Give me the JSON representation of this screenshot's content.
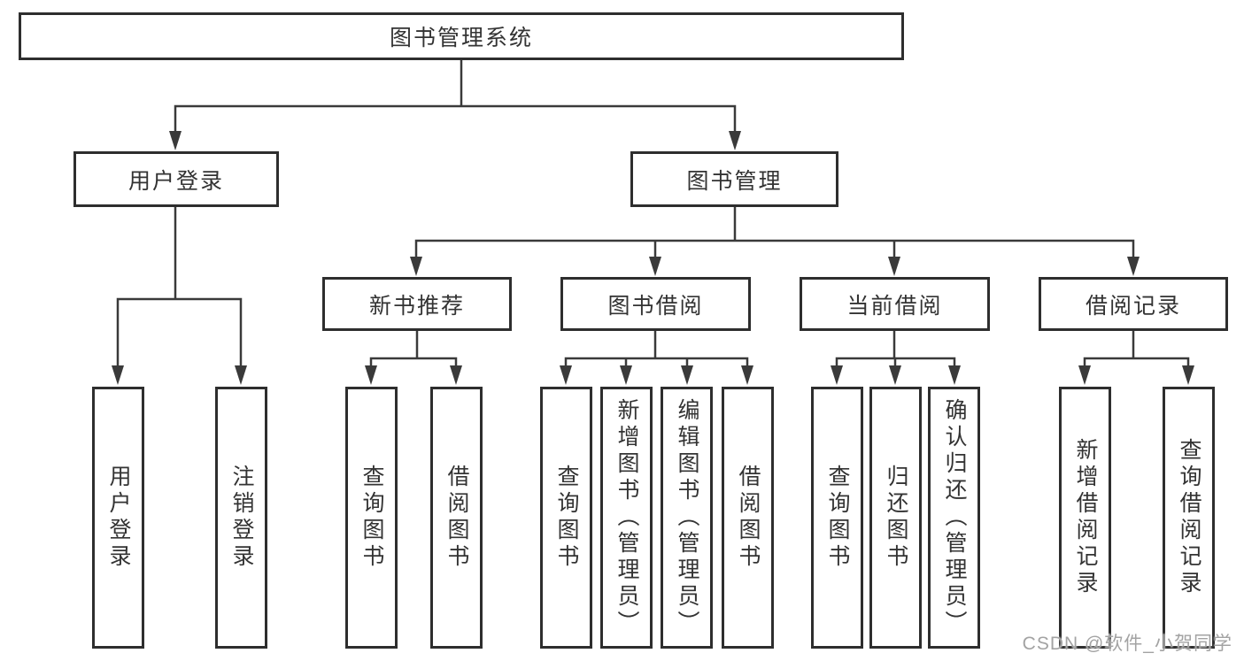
{
  "colors": {
    "line": "#3a3a3a",
    "box_border": "#2e2e2e",
    "text": "#333333",
    "background": "#ffffff",
    "watermark": "#a3a3a3"
  },
  "tree": {
    "root": {
      "label": "图书管理系统",
      "children": [
        {
          "label": "用户登录",
          "children": [
            {
              "label": "用户登录"
            },
            {
              "label": "注销登录"
            }
          ]
        },
        {
          "label": "图书管理",
          "children": [
            {
              "label": "新书推荐",
              "children": [
                {
                  "label": "查询图书"
                },
                {
                  "label": "借阅图书"
                }
              ]
            },
            {
              "label": "图书借阅",
              "children": [
                {
                  "label": "查询图书"
                },
                {
                  "label": "新增图书（管理员）"
                },
                {
                  "label": "编辑图书（管理员）"
                },
                {
                  "label": "借阅图书"
                }
              ]
            },
            {
              "label": "当前借阅",
              "children": [
                {
                  "label": "查询图书"
                },
                {
                  "label": "归还图书"
                },
                {
                  "label": "确认归还（管理员）"
                }
              ]
            },
            {
              "label": "借阅记录",
              "children": [
                {
                  "label": "新增借阅记录"
                },
                {
                  "label": "查询借阅记录"
                }
              ]
            }
          ]
        }
      ]
    }
  },
  "watermark": {
    "text": "CSDN @软件_小贺同学"
  }
}
